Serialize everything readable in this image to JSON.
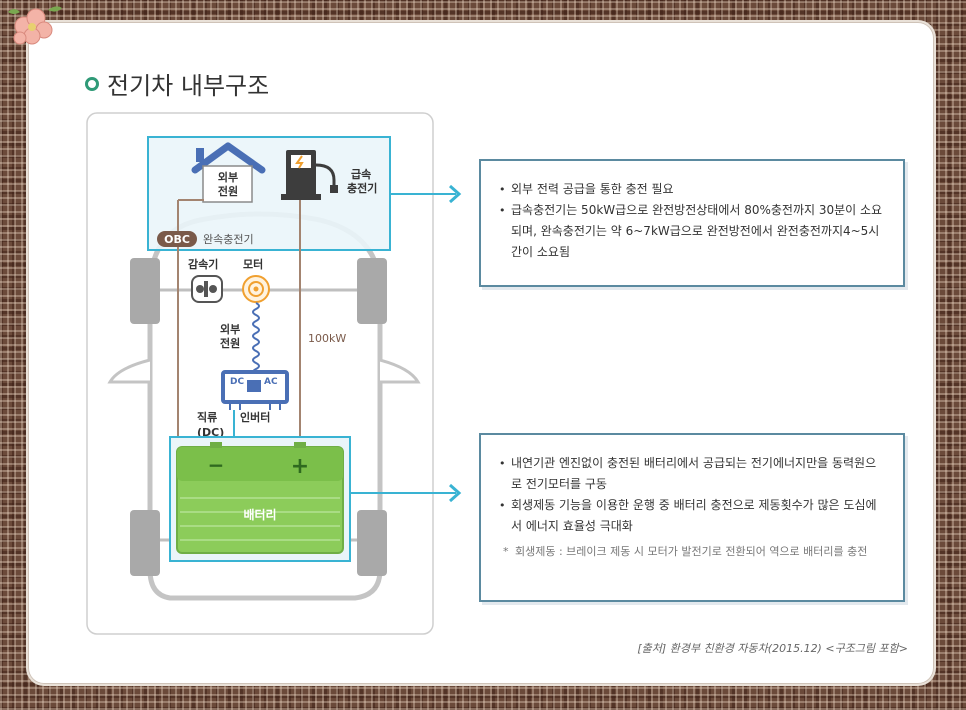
{
  "title": "전기차 내부구조",
  "diagram": {
    "ext_power_top": [
      "외부",
      "전원"
    ],
    "fast_charger": [
      "급속",
      "충전기"
    ],
    "obc": "OBC",
    "slow_charger": "완속충전기",
    "reducer": "감속기",
    "motor": "모터",
    "ext_power_mid": [
      "외부",
      "전원"
    ],
    "power_100kw": "100kW",
    "dc": "DC",
    "ac": "AC",
    "dc_current": [
      "직류",
      "(DC)"
    ],
    "inverter": "인버터",
    "battery": "배터리",
    "minus": "−",
    "plus": "+"
  },
  "box_top": {
    "items": [
      "외부 전력 공급을 통한 충전 필요",
      "급속충전기는 50kW급으로 완전방전상태에서 80%충전까지 30분이 소요되며, 완속충전기는 약 6~7kW급으로 완전방전에서 완전충전까지4~5시간이 소요됨"
    ]
  },
  "box_bottom": {
    "items": [
      "내연기관 엔진없이 충전된 배터리에서 공급되는 전기에너지만을 동력원으로 전기모터를 구동",
      "회생제동 기능을 이용한 운행 중 배터리 충전으로 제동횟수가 많은 도심에서 에너지 효율성 극대화"
    ],
    "note": "회생제동 : 브레이크 제동 시 모터가 발전기로 전환되어 역으로 배터리를 충전"
  },
  "source": "[출처] 환경부 친환경 자동차(2015.12) <구조그림 포함>",
  "colors": {
    "accent": "#2f9a77",
    "box_border": "#5b8aa0",
    "highlight": "#39b3d3",
    "battery": "#8ccc5a",
    "device": "#4a6fb5",
    "motor": "#f0a030",
    "wire": "#a38470"
  }
}
